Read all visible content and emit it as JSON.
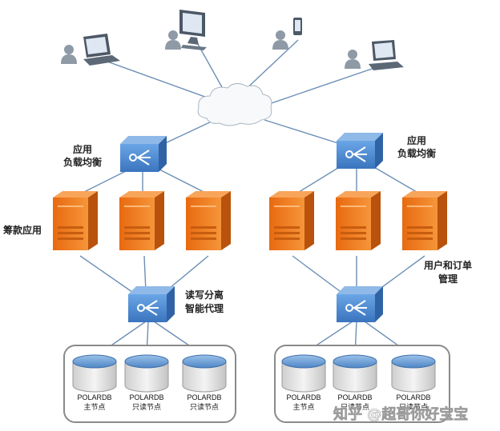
{
  "labels": {
    "app_lb_left": [
      "应用",
      "负载均衡"
    ],
    "app_lb_right": [
      "应用",
      "负载均衡"
    ],
    "left_app": "筹款应用",
    "right_app": [
      "用户和订单",
      "管理"
    ],
    "proxy": [
      "读写分离",
      "智能代理"
    ]
  },
  "db_left": [
    {
      "name": "POLARDB",
      "role": "主节点"
    },
    {
      "name": "POLARDB",
      "role": "只读节点"
    },
    {
      "name": "POLARDB",
      "role": "只读节点"
    }
  ],
  "db_right": [
    {
      "name": "POLARDB",
      "role": "主节点"
    },
    {
      "name": "POLARDB",
      "role": "只读节点"
    },
    {
      "name": "POLARDB",
      "role": "只读节点"
    }
  ],
  "watermark": "知乎 @超哥你好宝宝",
  "icons": {
    "clients": [
      "user-icon",
      "laptop-icon",
      "monitor-icon",
      "phone-icon"
    ],
    "network": "cloud-icon",
    "balancer": "load-balancer-icon",
    "server": "server-icon",
    "database": "database-icon"
  },
  "colors": {
    "switch_blue": "#4a8ad4",
    "server_orange": "#f07a1a",
    "db_body": "#e3e3e3",
    "db_top": "#6a9ed3",
    "line": "#6c8fb6"
  }
}
